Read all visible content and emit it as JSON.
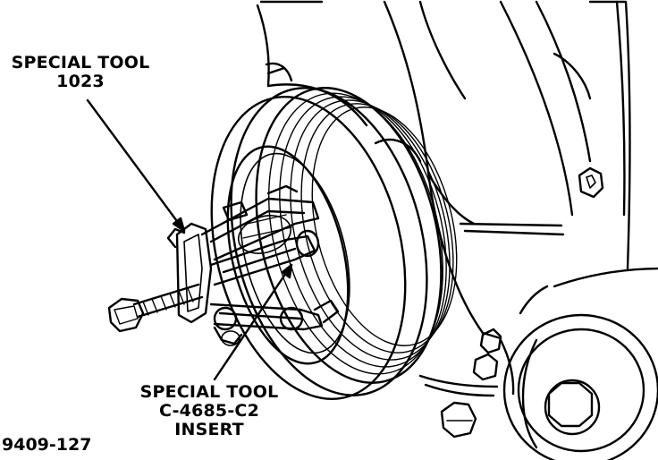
{
  "labels": {
    "tool_1023": {
      "line1": "SPECIAL TOOL",
      "line2": "1023"
    },
    "tool_c4685": {
      "line1": "SPECIAL TOOL",
      "line2": "C-4685-C2",
      "line3": "INSERT"
    }
  },
  "figure_id": "9409-127",
  "colors": {
    "ink": "#000000",
    "paper": "#ffffff"
  }
}
